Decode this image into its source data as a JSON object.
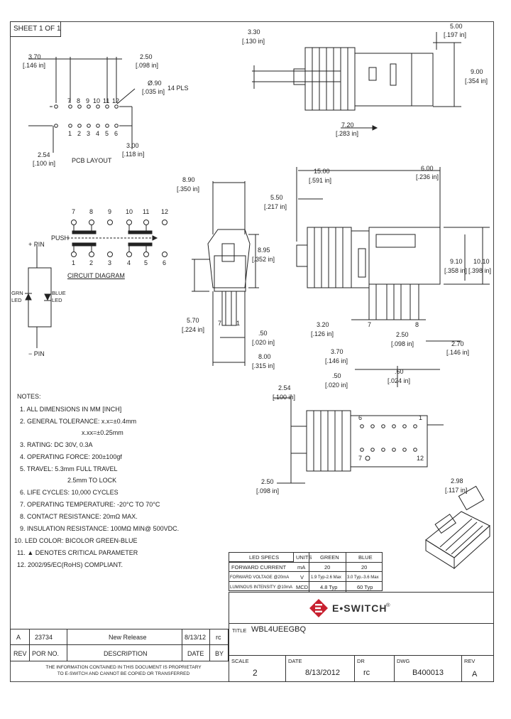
{
  "sheet": "SHEET 1 OF 1",
  "pcb": {
    "dims": {
      "d370": "3.70",
      "d370_in": "[.146 in]",
      "d250": "2.50",
      "d250_in": "[.098 in]",
      "d090": "Ø.90",
      "d090_in": "[.035 in]",
      "holes": "14 PLS",
      "d254": "2.54",
      "d254_in": "[.100 in]",
      "d300": "3.00",
      "d300_in": "[.118 in]"
    },
    "top_pins": [
      "7",
      "8",
      "9",
      "10",
      "11",
      "12"
    ],
    "bottom_pins": [
      "1",
      "2",
      "3",
      "4",
      "5",
      "6"
    ],
    "label": "PCB LAYOUT"
  },
  "circuit": {
    "top_pins": [
      "7",
      "8",
      "9",
      "10",
      "11",
      "12"
    ],
    "bottom_pins": [
      "1",
      "2",
      "3",
      "4",
      "5",
      "6"
    ],
    "push": "PUSH",
    "label": "CIRCUIT DIAGRAM",
    "pin_plus": "+ PIN",
    "pin_minus": "− PIN",
    "led_grn": "GRN LED",
    "led_blue": "BLUE LED"
  },
  "front_view": {
    "w890": "8.90",
    "w890_in": "[.350 in]",
    "h895": "8.95",
    "h895_in": "[.352 in]",
    "h570": "5.70",
    "h570_in": "[.224 in]",
    "p050": ".50",
    "p050_in": "[.020 in]",
    "w800": "8.00",
    "w800_in": "[.315 in]",
    "pin7": "7",
    "pin1": "1"
  },
  "top_view": {
    "d330": "3.30",
    "d330_in": "[.130 in]",
    "d500": "5.00",
    "d500_in": "[.197 in]",
    "d900": "9.00",
    "d900_in": "[.354 in]",
    "d720": "7.20",
    "d720_in": "[.283 in]"
  },
  "side_view": {
    "d1500": "15.00",
    "d1500_in": "[.591 in]",
    "d600": "6.00",
    "d600_in": "[.236 in]",
    "d550": "5.50",
    "d550_in": "[.217 in]",
    "d910": "9.10",
    "d910_in": "[.358 in]",
    "d1010": "10.10",
    "d1010_in": "[.398 in]",
    "d320": "3.20",
    "d320_in": "[.126 in]",
    "d250": "2.50",
    "d250_in": "[.098 in]",
    "d370": "3.70",
    "d370_in": "[.146 in]",
    "d270": "2.70",
    "d270_in": "[.146 in]",
    "d050": ".50",
    "d050_in": "[.020 in]",
    "d060": ".60",
    "d060_in": "[.024 in]",
    "pin7": "7",
    "pin8": "8"
  },
  "bottom_view": {
    "d254": "2.54",
    "d254_in": "[.100 in]",
    "d250": "2.50",
    "d250_in": "[.098 in]",
    "d298": "2.98",
    "d298_in": "[.117 in]",
    "p6": "6",
    "p1": "1",
    "p7": "7",
    "p12": "12"
  },
  "notes": {
    "title": "NOTES:",
    "items": [
      "1. ALL DIMENSIONS IN MM [INCH]",
      "2. GENERAL TOLERANCE: x.x=±0.4mm",
      "x.xx=±0.25mm",
      "3. RATING: DC 30V, 0.3A",
      "4. OPERATING FORCE: 200±100gf",
      "5. TRAVEL: 5.3mm FULL TRAVEL",
      "2.5mm TO LOCK",
      "6. LIFE CYCLES: 10,000 CYCLES",
      "7. OPERATING TEMPERATURE: -20°C TO 70°C",
      "8. CONTACT RESISTANCE: 20mΩ MAX.",
      "9. INSULATION RESISTANCE: 100MΩ MIN@ 500VDC.",
      "10. LED COLOR: BICOLOR GREEN-BLUE",
      "11. ▲ DENOTES CRITICAL PARAMETER",
      "12. 2002/95/EC(RoHS) COMPLIANT."
    ]
  },
  "led_table": {
    "headers": [
      "LED SPECS",
      "UNITS",
      "GREEN",
      "BLUE"
    ],
    "rows": [
      [
        "FORWARD CURRENT",
        "mA",
        "20",
        "20"
      ],
      [
        "FORWARD VOLTAGE @20mA",
        "V",
        "1.9 Typ-2.6 Max",
        "3.0 Typ.-3.6 Max"
      ],
      [
        "LUMINOUS INTENSITY @10mA",
        "MCD",
        "4.8 Typ",
        "60 Typ"
      ]
    ]
  },
  "logo": {
    "text": "E•SWITCH",
    "tm": "®"
  },
  "revisions": {
    "row": {
      "rev": "A",
      "por": "23734",
      "desc": "New Release",
      "date": "8/13/12",
      "by": "rc"
    },
    "headers": {
      "rev": "REV",
      "por": "POR NO.",
      "desc": "DESCRIPTION",
      "date": "DATE",
      "by": "BY"
    }
  },
  "proprietary": "THE INFORMATION CONTAINED IN THIS DOCUMENT IS PROPRIETARY TO E-SWITCH AND CANNOT BE COPIED OR TRANSFERRED",
  "title_block": {
    "title_label": "TITLE",
    "title": "WBL4UEEGBQ",
    "scale_label": "SCALE",
    "scale": "2",
    "date_label": "DATE",
    "date": "8/13/2012",
    "dr_label": "DR",
    "dr": "rc",
    "dwg_label": "DWG",
    "dwg": "B400013",
    "rev_label": "REV",
    "rev": "A"
  },
  "colors": {
    "ink": "#222222",
    "logo_red": "#c8202f"
  }
}
